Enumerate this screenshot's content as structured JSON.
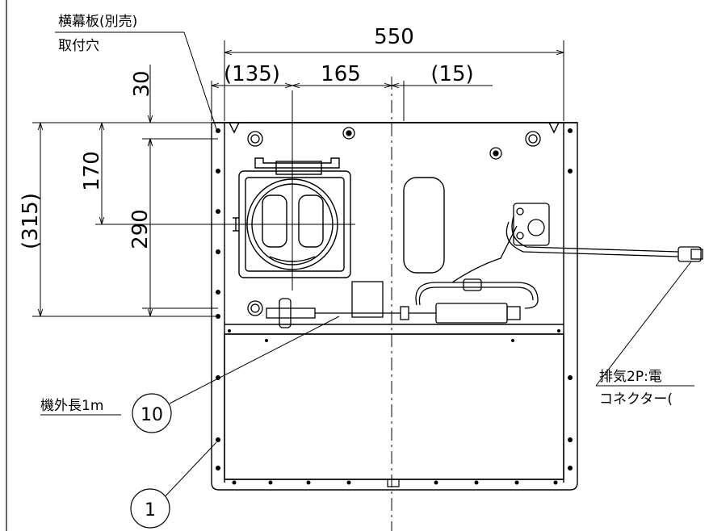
{
  "labels": {
    "top_left_1": "横幕板(別売)",
    "top_left_2": "取付穴",
    "cord_length": "機外長1m",
    "exhaust_1": "排気2P:電",
    "exhaust_2": "コネクター("
  },
  "dimensions": {
    "overall_width": "550",
    "left_offset": "(135)",
    "center_span": "165",
    "right_offset": "(15)",
    "top_gap": "30",
    "vertical_170": "170",
    "vertical_290": "290",
    "vertical_315": "(315)"
  },
  "callouts": {
    "part_10": "10",
    "part_1": "1"
  }
}
